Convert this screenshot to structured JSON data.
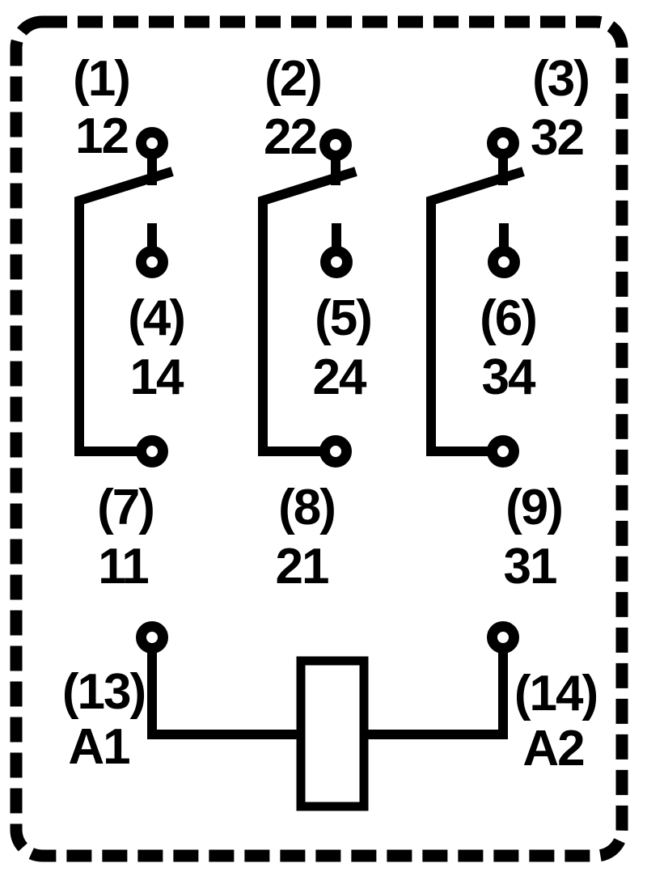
{
  "diagram": {
    "kind": "relay-contact-and-coil-schematic",
    "colors": {
      "ink": "#000000",
      "background": "#ffffff"
    },
    "poles": [
      {
        "nc": {
          "pin": "(1)",
          "label": "12"
        },
        "no": {
          "pin": "(4)",
          "label": "14"
        },
        "com": {
          "pin": "(7)",
          "label": "11"
        }
      },
      {
        "nc": {
          "pin": "(2)",
          "label": "22"
        },
        "no": {
          "pin": "(5)",
          "label": "24"
        },
        "com": {
          "pin": "(8)",
          "label": "21"
        }
      },
      {
        "nc": {
          "pin": "(3)",
          "label": "32"
        },
        "no": {
          "pin": "(6)",
          "label": "34"
        },
        "com": {
          "pin": "(9)",
          "label": "31"
        }
      }
    ],
    "coil": {
      "a1": {
        "pin": "(13)",
        "label": "A1"
      },
      "a2": {
        "pin": "(14)",
        "label": "A2"
      }
    }
  }
}
